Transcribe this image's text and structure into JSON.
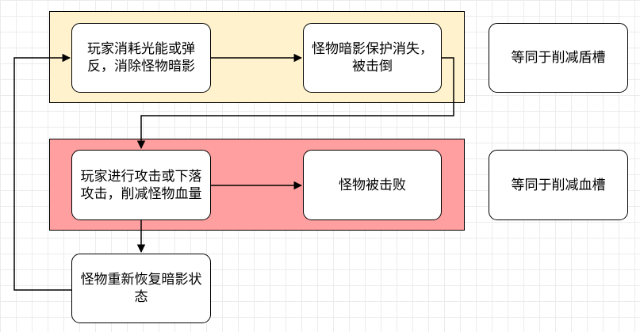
{
  "colors": {
    "shield_group_fill": "#fff2cc",
    "health_group_fill": "#ff9f9f",
    "line": "#000000"
  },
  "nodes": {
    "consume_light": "玩家消耗光能或弹反，消除怪物暗影",
    "shield_break": "怪物暗影保护消失，被击倒",
    "shield_note": "等同于削减盾槽",
    "attack": "玩家进行攻击或下落攻击，削减怪物血量",
    "defeated": "怪物被击败",
    "health_note": "等同于削减血槽",
    "restore": "怪物重新恢复暗影状态"
  }
}
